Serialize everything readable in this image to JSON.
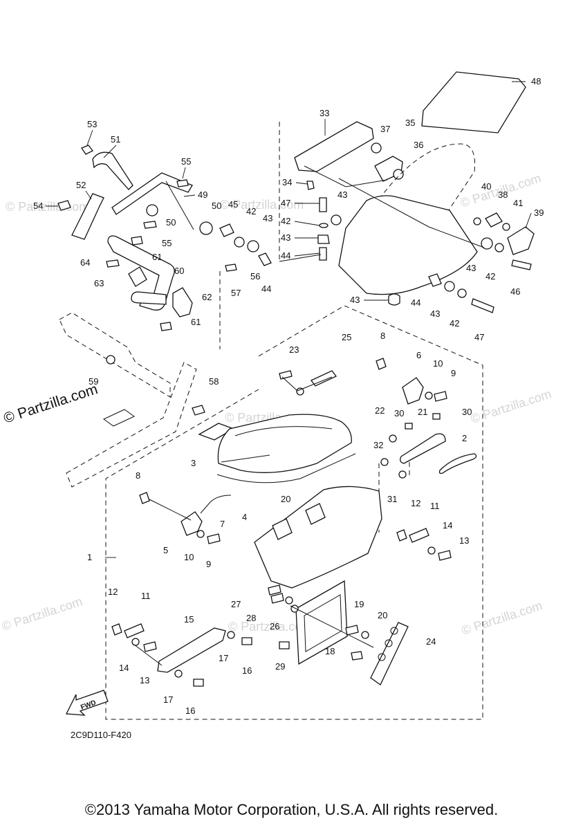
{
  "diagram": {
    "drawing_code": "2C9D110-F420",
    "copyright": "©2013 Yamaha Motor Corporation, U.S.A. All rights reserved.",
    "watermark_main": "© Partzilla.com",
    "watermark_faint": "© Partzilla.com",
    "fwd_label": "FWD",
    "part_numbers": [
      "1",
      "2",
      "3",
      "4",
      "5",
      "6",
      "7",
      "8",
      "9",
      "10",
      "11",
      "12",
      "13",
      "14",
      "15",
      "16",
      "17",
      "18",
      "19",
      "20",
      "21",
      "22",
      "23",
      "24",
      "25",
      "26",
      "27",
      "28",
      "29",
      "30",
      "31",
      "32",
      "33",
      "34",
      "35",
      "36",
      "37",
      "38",
      "39",
      "40",
      "41",
      "42",
      "43",
      "44",
      "45",
      "46",
      "47",
      "48",
      "49",
      "50",
      "51",
      "52",
      "53",
      "54",
      "55",
      "56",
      "57",
      "58",
      "59",
      "60",
      "61",
      "62",
      "63",
      "64"
    ],
    "callouts": [
      {
        "id": "c53",
        "text": "53"
      },
      {
        "id": "c51",
        "text": "51"
      },
      {
        "id": "c55a",
        "text": "55"
      },
      {
        "id": "c52",
        "text": "52"
      },
      {
        "id": "c49",
        "text": "49"
      },
      {
        "id": "c50a",
        "text": "50"
      },
      {
        "id": "c45",
        "text": "45"
      },
      {
        "id": "c42a",
        "text": "42"
      },
      {
        "id": "c43a",
        "text": "43"
      },
      {
        "id": "c54",
        "text": "54"
      },
      {
        "id": "c50b",
        "text": "50"
      },
      {
        "id": "c55b",
        "text": "55"
      },
      {
        "id": "c61a",
        "text": "61"
      },
      {
        "id": "c64",
        "text": "64"
      },
      {
        "id": "c60",
        "text": "60"
      },
      {
        "id": "c63",
        "text": "63"
      },
      {
        "id": "c56",
        "text": "56"
      },
      {
        "id": "c57",
        "text": "57"
      },
      {
        "id": "c44a",
        "text": "44"
      },
      {
        "id": "c62",
        "text": "62"
      },
      {
        "id": "c61b",
        "text": "61"
      },
      {
        "id": "c59",
        "text": "59"
      },
      {
        "id": "c58",
        "text": "58"
      },
      {
        "id": "c33",
        "text": "33"
      },
      {
        "id": "c37",
        "text": "37"
      },
      {
        "id": "c35",
        "text": "35"
      },
      {
        "id": "c36",
        "text": "36"
      },
      {
        "id": "c48",
        "text": "48"
      },
      {
        "id": "c34",
        "text": "34"
      },
      {
        "id": "c47a",
        "text": "47"
      },
      {
        "id": "c43b",
        "text": "43"
      },
      {
        "id": "c42b",
        "text": "42"
      },
      {
        "id": "c43c",
        "text": "43"
      },
      {
        "id": "c44b",
        "text": "44"
      },
      {
        "id": "c40",
        "text": "40"
      },
      {
        "id": "c38",
        "text": "38"
      },
      {
        "id": "c41",
        "text": "41"
      },
      {
        "id": "c39",
        "text": "39"
      },
      {
        "id": "c43d",
        "text": "43"
      },
      {
        "id": "c42c",
        "text": "42"
      },
      {
        "id": "c46",
        "text": "46"
      },
      {
        "id": "c43e",
        "text": "43"
      },
      {
        "id": "c44c",
        "text": "44"
      },
      {
        "id": "c43f",
        "text": "43"
      },
      {
        "id": "c42d",
        "text": "42"
      },
      {
        "id": "c47b",
        "text": "47"
      },
      {
        "id": "c23",
        "text": "23"
      },
      {
        "id": "c25",
        "text": "25"
      },
      {
        "id": "c8a",
        "text": "8"
      },
      {
        "id": "c6",
        "text": "6"
      },
      {
        "id": "c10a",
        "text": "10"
      },
      {
        "id": "c9a",
        "text": "9"
      },
      {
        "id": "c22",
        "text": "22"
      },
      {
        "id": "c30a",
        "text": "30"
      },
      {
        "id": "c21",
        "text": "21"
      },
      {
        "id": "c30b",
        "text": "30"
      },
      {
        "id": "c2",
        "text": "2"
      },
      {
        "id": "c32",
        "text": "32"
      },
      {
        "id": "c3",
        "text": "3"
      },
      {
        "id": "c31",
        "text": "31"
      },
      {
        "id": "c8b",
        "text": "8"
      },
      {
        "id": "c4",
        "text": "4"
      },
      {
        "id": "c7",
        "text": "7"
      },
      {
        "id": "c20a",
        "text": "20"
      },
      {
        "id": "c12a",
        "text": "12"
      },
      {
        "id": "c11a",
        "text": "11"
      },
      {
        "id": "c14a",
        "text": "14"
      },
      {
        "id": "c5",
        "text": "5"
      },
      {
        "id": "c10b",
        "text": "10"
      },
      {
        "id": "c9b",
        "text": "9"
      },
      {
        "id": "c13a",
        "text": "13"
      },
      {
        "id": "c1",
        "text": "1"
      },
      {
        "id": "c12b",
        "text": "12"
      },
      {
        "id": "c11b",
        "text": "11"
      },
      {
        "id": "c27",
        "text": "27"
      },
      {
        "id": "c28",
        "text": "28"
      },
      {
        "id": "c19",
        "text": "19"
      },
      {
        "id": "c20b",
        "text": "20"
      },
      {
        "id": "c15",
        "text": "15"
      },
      {
        "id": "c26",
        "text": "26"
      },
      {
        "id": "c24",
        "text": "24"
      },
      {
        "id": "c18",
        "text": "18"
      },
      {
        "id": "c14b",
        "text": "14"
      },
      {
        "id": "c13b",
        "text": "13"
      },
      {
        "id": "c17a",
        "text": "17"
      },
      {
        "id": "c16a",
        "text": "16"
      },
      {
        "id": "c29",
        "text": "29"
      },
      {
        "id": "c17b",
        "text": "17"
      },
      {
        "id": "c16b",
        "text": "16"
      }
    ]
  }
}
